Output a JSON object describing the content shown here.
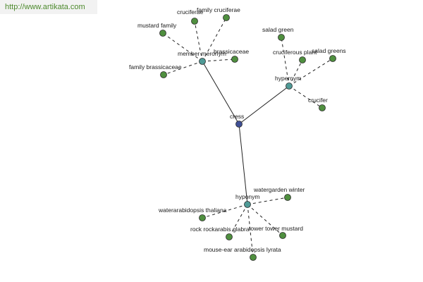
{
  "watermark": "http://www.artikata.com",
  "colors": {
    "leaf": "#4f8f3f",
    "hub": "#4f9a96",
    "root": "#3f4f95"
  },
  "root": {
    "label": "cress"
  },
  "hubs": [
    {
      "id": "meronym",
      "label": "member meronym",
      "leaves": [
        "cruciferae",
        "family cruciferae",
        "mustard family",
        "brassicaceae",
        "family brassicaceae"
      ]
    },
    {
      "id": "hypernym",
      "label": "hypernym",
      "leaves": [
        "salad green",
        "cruciferous plant",
        "salad greens",
        "crucifer"
      ]
    },
    {
      "id": "hyponym",
      "label": "hyponym",
      "leaves": [
        "watergarden winter",
        "waterarabidopsis thaliana",
        "rock rockarabis glabra",
        "tower tower mustard",
        "mouse-ear arabidopsis lyrata"
      ]
    }
  ]
}
